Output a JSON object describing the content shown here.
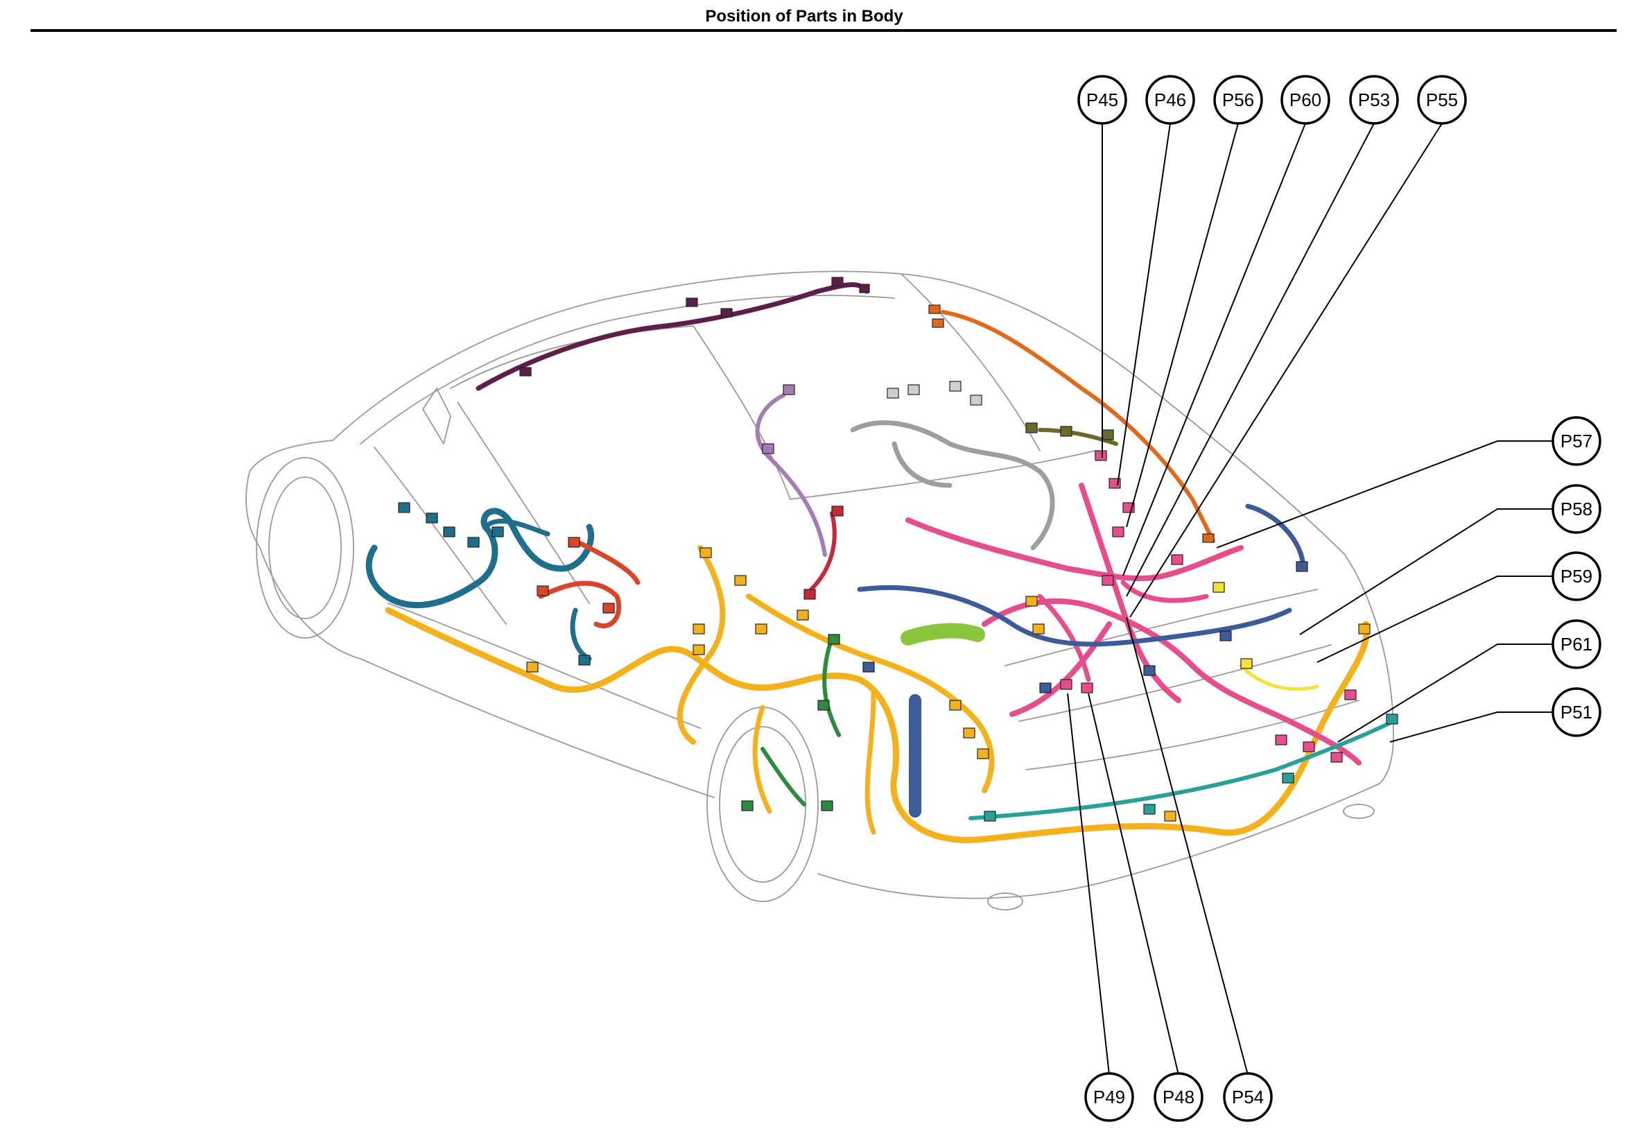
{
  "title": "Position of Parts in Body",
  "callouts": {
    "p45": "P45",
    "p46": "P46",
    "p56": "P56",
    "p60": "P60",
    "p53": "P53",
    "p55": "P55",
    "p57": "P57",
    "p58": "P58",
    "p59": "P59",
    "p61": "P61",
    "p51": "P51",
    "p49": "P49",
    "p48": "P48",
    "p54": "P54"
  },
  "harness_colors": {
    "floor": "#f3b21b",
    "door": "#1f6f8c",
    "door_red": "#d9452b",
    "roof": "#5c1f4a",
    "orange": "#e06a1a",
    "gray": "#9e9e9e",
    "olive": "#6b6a2a",
    "pink": "#e64d8c",
    "navy": "#3d5a99",
    "green": "#2e8a3c",
    "lime": "#8cc63f",
    "teal": "#2aa198",
    "crimson": "#c8283c",
    "lilac": "#a77bb5",
    "yellow": "#f2e23a"
  }
}
